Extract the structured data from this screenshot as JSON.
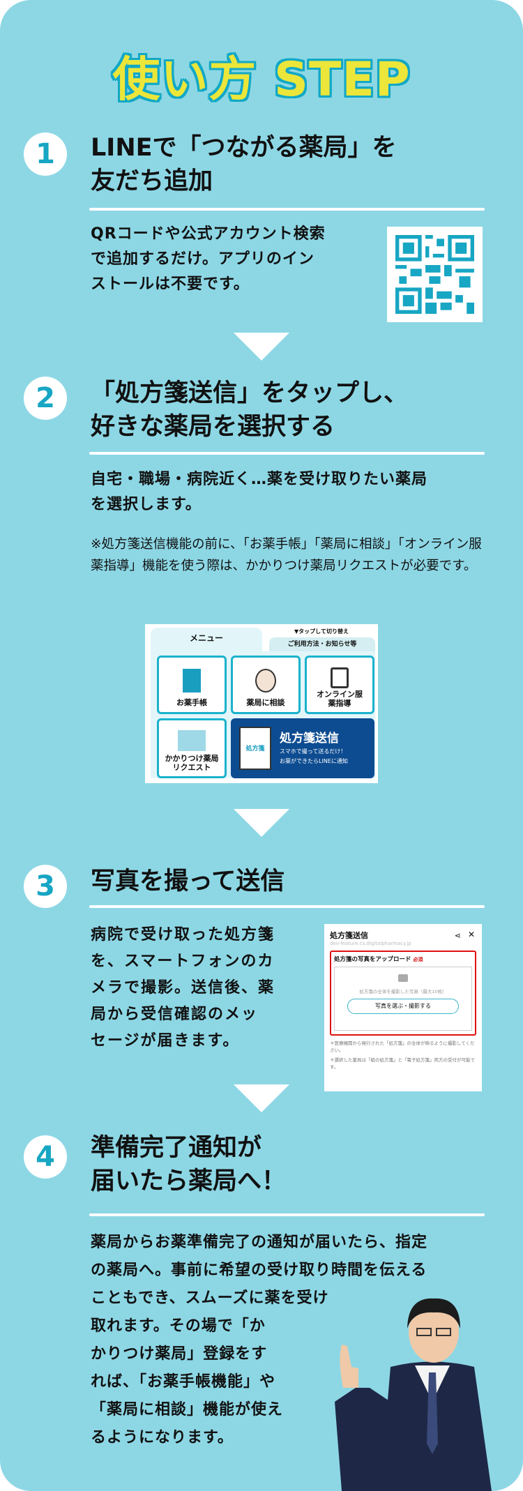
{
  "title": "使い方 STEP",
  "steps": [
    {
      "num": "1",
      "title_lines": [
        "LINEで「つながる薬局」を",
        "友だち追加"
      ],
      "body_lines": [
        "QRコードや公式アカウント検索",
        "で追加するだけ。アプリのイン",
        "ストールは不要です。"
      ]
    },
    {
      "num": "2",
      "title_lines": [
        "「処方箋送信」をタップし、",
        "好きな薬局を選択する"
      ],
      "body_lines": [
        "自宅・職場・病院近く…薬を受け取りたい薬局",
        "を選択します。"
      ],
      "note": "※処方箋送信機能の前に、「お薬手帳」「薬局に相談」「オンライン服薬指導」機能を使う際は、かかりつけ薬局リクエストが必要です。"
    },
    {
      "num": "3",
      "title_lines": [
        "写真を撮って送信"
      ],
      "body_lines": [
        "病院で受け取った処方箋",
        "を、スマートフォンのカ",
        "メラで撮影。送信後、薬",
        "局から受信確認のメッ",
        "セージが届きます。"
      ]
    },
    {
      "num": "4",
      "title_lines": [
        "準備完了通知が",
        "届いたら薬局へ！"
      ],
      "body_lines": [
        "薬局からお薬準備完了の通知が届いたら、指定",
        "の薬局へ。事前に希望の受け取り時間を伝える",
        "こともでき、スムーズに薬を受け",
        "取れます。その場で「か",
        "かりつけ薬局」登録をす",
        "れば、「お薬手帳機能」や",
        "「薬局に相談」機能が使え",
        "るようになります。"
      ]
    }
  ],
  "menu": {
    "tab_active": "メニュー",
    "tab_hint": "▼タップして切り替え",
    "tab_other": "ご利用方法・お知らせ等",
    "tiles": [
      "お薬手帳",
      "薬局に相談",
      "オンライン服薬指導",
      "かかりつけ薬局リクエスト"
    ],
    "send_title": "処方箋送信",
    "send_sub1": "スマホで撮って送るだけ！",
    "send_sub2": "お薬ができたらLINEに通知",
    "doc_label": "処方箋"
  },
  "phone": {
    "title": "処方箋送信",
    "url": "dev-feature.cs.digitalpharmacy.jp",
    "upload_label": "処方箋の写真をアップロード",
    "required": "必須",
    "hint": "処方箋の全体を撮影した写真（最大10枚）",
    "button": "写真を選ぶ・撮影する",
    "note1": "＊医療機関から発行された「処方箋」の全体が映るように撮影してください。",
    "note2": "＊選択した薬局は「紙の処方箋」と「電子処方箋」両方の受付が可能です。"
  },
  "colors": {
    "bg": "#8dd7e5",
    "accent": "#17a6c3",
    "title_fill": "#ece63a",
    "navy": "#0d4c91"
  }
}
